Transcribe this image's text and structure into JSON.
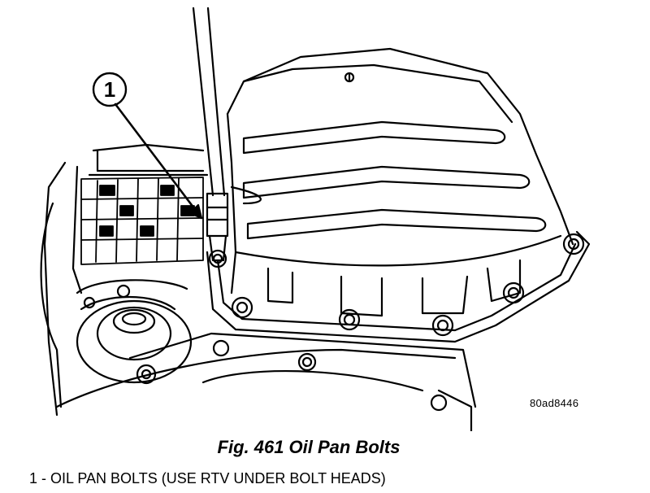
{
  "figure": {
    "callout_number": "1",
    "reference_code": "80ad8446"
  },
  "caption": "Fig. 461 Oil Pan Bolts",
  "legend": [
    {
      "text": "1 - OIL PAN BOLTS (USE RTV UNDER BOLT HEADS)"
    }
  ]
}
